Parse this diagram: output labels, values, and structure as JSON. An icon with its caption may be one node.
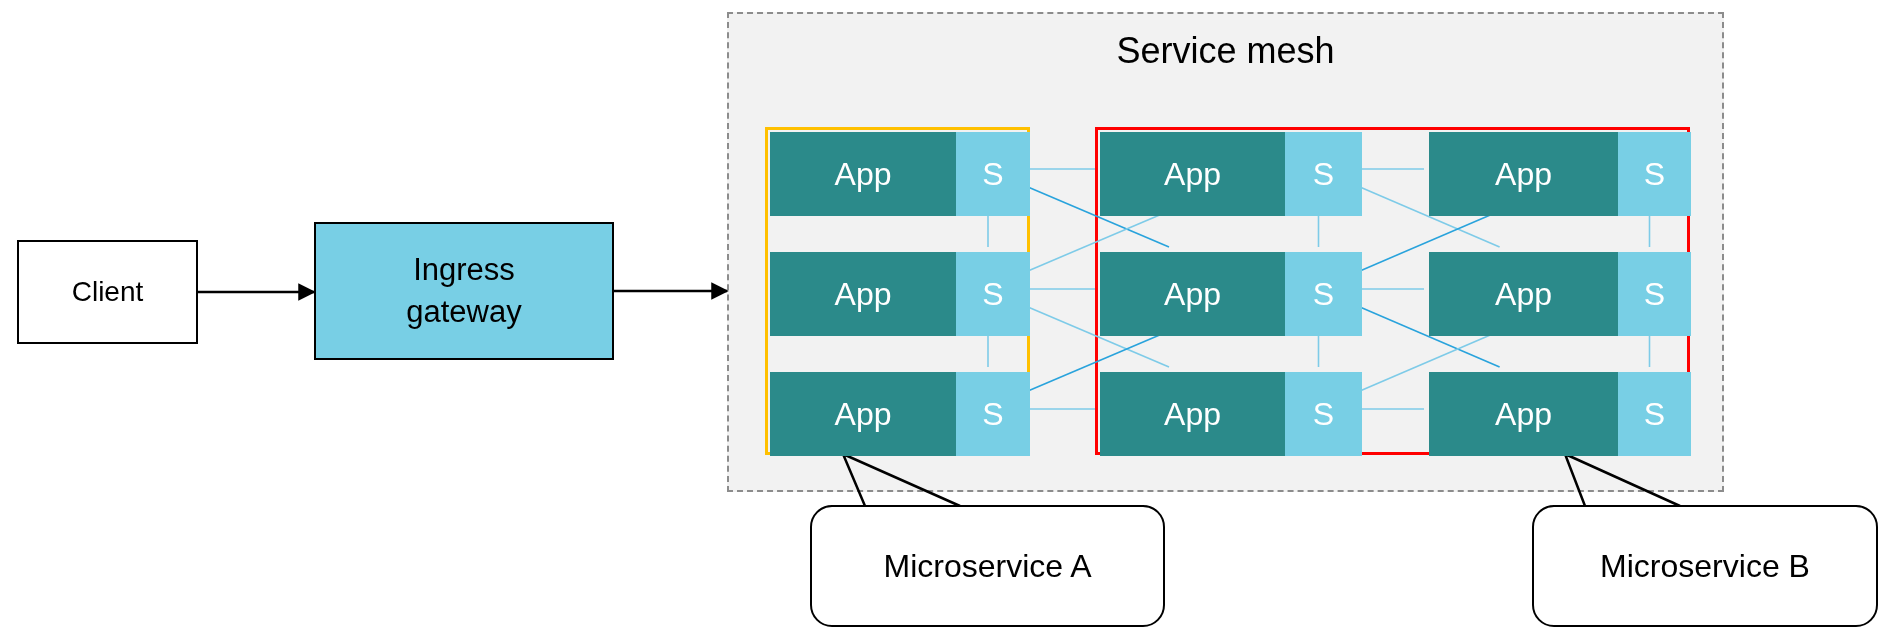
{
  "diagram": {
    "nodes": [
      {
        "text": [
          "Client"
        ]
      },
      {
        "text": [
          "Ingress gateway"
        ]
      },
      {
        "text": [
          "Service mesh"
        ]
      },
      {
        "text": [],
        "shape": "box",
        "in": 2
      },
      {
        "text": [
          "App"
        ],
        "in": 3
      },
      {
        "text": [
          "S"
        ],
        "in": 3
      },
      {
        "text": [
          "App"
        ],
        "in": 3
      },
      {
        "text": [
          "S"
        ],
        "in": 3
      },
      {
        "text": [
          "App"
        ],
        "in": 3
      },
      {
        "text": [
          "S"
        ],
        "in": 3
      },
      {
        "text": [],
        "shape": "box",
        "in": 2
      },
      {
        "text": [
          "App"
        ],
        "in": 10
      },
      {
        "text": [
          "S"
        ],
        "in": 10
      },
      {
        "text": [
          "App"
        ],
        "in": 10
      },
      {
        "text": [
          "S"
        ],
        "in": 10
      },
      {
        "text": [
          "App"
        ],
        "in": 10
      },
      {
        "text": [
          "S"
        ],
        "in": 10
      },
      {
        "text": [
          "App"
        ],
        "in": 10
      },
      {
        "text": [
          "S"
        ],
        "in": 10
      },
      {
        "text": [
          "App"
        ],
        "in": 10
      },
      {
        "text": [
          "S"
        ],
        "in": 10
      },
      {
        "text": [
          "App"
        ],
        "in": 10
      },
      {
        "text": [
          "S"
        ],
        "in": 10
      },
      {
        "text": [
          "Microservice A"
        ]
      },
      {
        "text": [
          "Microservice B"
        ]
      }
    ],
    "edges": [
      {
        "from": 0,
        "to": 1,
        "arrow": "to",
        "color": "#000000"
      },
      {
        "from": 1,
        "to": 2,
        "arrow": "to",
        "color": "#000000"
      },
      {
        "from": 5,
        "to": 11,
        "arrow": "none"
      },
      {
        "from": 5,
        "to": 15,
        "arrow": "none",
        "color": "#29a3dc"
      },
      {
        "from": 7,
        "to": 11,
        "arrow": "none"
      },
      {
        "from": 7,
        "to": 15,
        "arrow": "none"
      },
      {
        "from": 7,
        "to": 19,
        "arrow": "none"
      },
      {
        "from": 9,
        "to": 15,
        "arrow": "none",
        "color": "#29a3dc"
      },
      {
        "from": 9,
        "to": 19,
        "arrow": "none"
      },
      {
        "from": 12,
        "to": 13,
        "arrow": "none"
      },
      {
        "from": 12,
        "to": 17,
        "arrow": "none"
      },
      {
        "from": 16,
        "to": 13,
        "arrow": "none",
        "color": "#29a3dc"
      },
      {
        "from": 16,
        "to": 17,
        "arrow": "none"
      },
      {
        "from": 16,
        "to": 21,
        "arrow": "none",
        "color": "#29a3dc"
      },
      {
        "from": 20,
        "to": 17,
        "arrow": "none"
      },
      {
        "from": 20,
        "to": 21,
        "arrow": "none"
      },
      {
        "from": 5,
        "to": 7,
        "arrow": "none"
      },
      {
        "from": 7,
        "to": 9,
        "arrow": "none"
      },
      {
        "from": 12,
        "to": 16,
        "arrow": "none"
      },
      {
        "from": 16,
        "to": 20,
        "arrow": "none"
      },
      {
        "from": 14,
        "to": 18,
        "arrow": "none"
      },
      {
        "from": 18,
        "to": 22,
        "arrow": "none"
      },
      {
        "from": 23,
        "to": 3,
        "arrow": "none",
        "color": "#000000"
      },
      {
        "from": 24,
        "to": 10,
        "arrow": "none",
        "color": "#000000"
      }
    ]
  }
}
